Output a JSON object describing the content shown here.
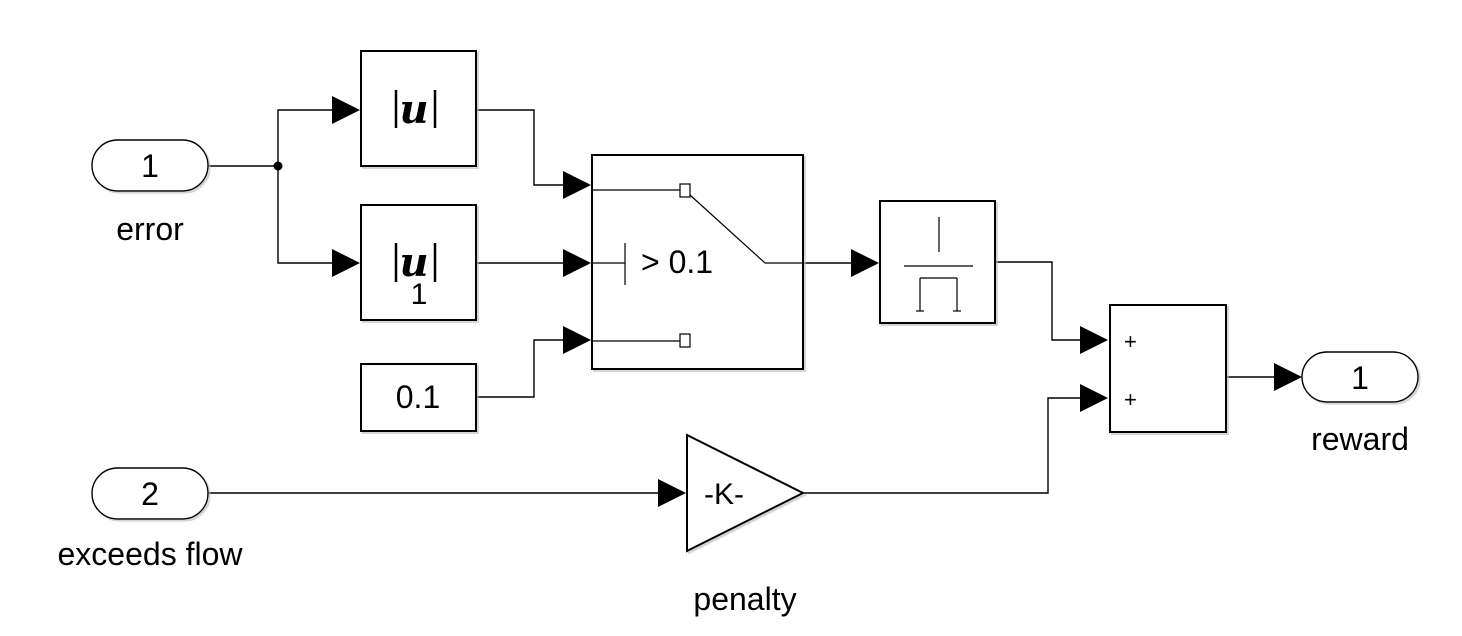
{
  "inports": [
    {
      "number": "1",
      "name": "error"
    },
    {
      "number": "2",
      "name": "exceeds flow"
    }
  ],
  "outports": [
    {
      "number": "1",
      "name": "reward"
    }
  ],
  "blocks": {
    "abs_top": {
      "symbol": "u"
    },
    "abs_bottom": {
      "symbol": "u",
      "subscript": "1"
    },
    "constant": {
      "value": "0.1"
    },
    "switch": {
      "criteria": "> 0.1"
    },
    "gain": {
      "value": "-K-",
      "name": "penalty"
    },
    "sum": {
      "signs": [
        "+",
        "+"
      ]
    }
  }
}
